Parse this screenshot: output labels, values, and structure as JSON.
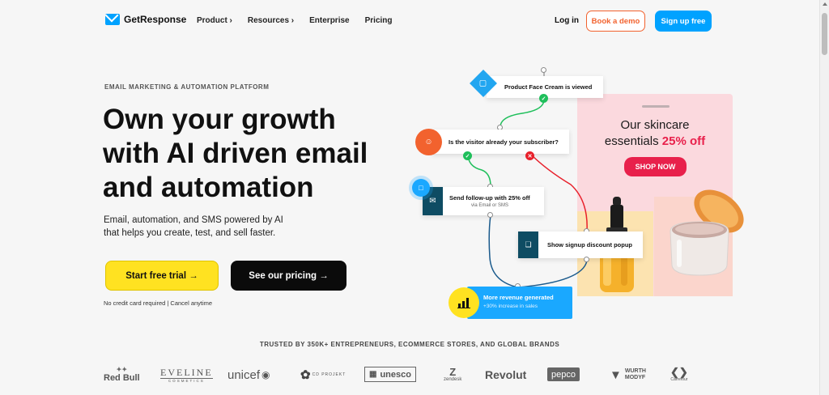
{
  "nav": {
    "logo": "GetResponse",
    "links": [
      "Product ›",
      "Resources ›",
      "Enterprise",
      "Pricing"
    ],
    "login": "Log in",
    "book_demo": "Book a demo",
    "signup": "Sign up free"
  },
  "hero": {
    "eyebrow": "EMAIL MARKETING & AUTOMATION PLATFORM",
    "headline": [
      "Own your growth",
      "with AI driven email",
      "and automation"
    ],
    "subhead": [
      "Email, automation, and SMS powered by AI",
      "that helps you create, test, and sell faster."
    ],
    "cta_primary": "Start free trial →",
    "cta_secondary": "See our pricing →",
    "note": "No credit card required | Cancel anytime"
  },
  "flow": {
    "viewed": "Product Face Cream is viewed",
    "question": "Is the visitor already your subscriber?",
    "followup_title": "Send follow-up with 25% off",
    "followup_sub": "via Email or SMS",
    "popup": "Show signup discount popup",
    "revenue_title": "More revenue generated",
    "revenue_sub": "+30% increase in sales"
  },
  "promo": {
    "line1": "Our skincare",
    "line2_prefix": "essentials ",
    "line2_highlight": "25% off",
    "button": "SHOP NOW"
  },
  "trusted": {
    "title": "TRUSTED BY 350K+ ENTREPRENEURS, ECOMMERCE STORES, AND GLOBAL BRANDS",
    "brands": [
      "Red Bull",
      "EVELINE",
      "COSMETICS",
      "unicef",
      "CD PROJEKT",
      "unesco",
      "zendesk",
      "Revolut",
      "pepco",
      "WURTH",
      "MODYF",
      "Carrefour"
    ]
  },
  "colors": {
    "accent_blue": "#00a2ff",
    "accent_orange": "#f2622e",
    "cta_yellow": "#ffe221",
    "promo_pink": "#e8204b"
  }
}
